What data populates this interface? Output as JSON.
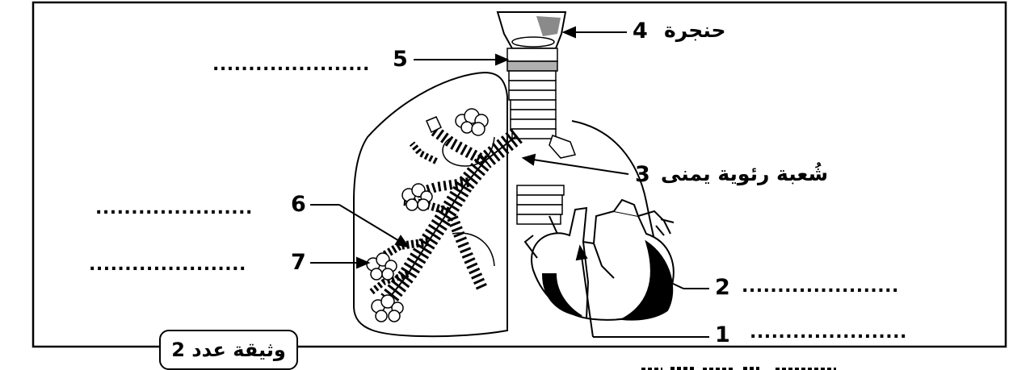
{
  "labels": {
    "n1": "1",
    "n2": "2",
    "n3": "3",
    "n4": "4",
    "n5": "5",
    "n6": "6",
    "n7": "7",
    "text3": "شُعبة رئوية يمنى",
    "text4": "حنجرة",
    "blank": "......................"
  },
  "document_tag": "وثيقة عدد 2",
  "colors": {
    "ink": "#000000",
    "paper": "#ffffff",
    "shade": "#8a8a8a"
  }
}
